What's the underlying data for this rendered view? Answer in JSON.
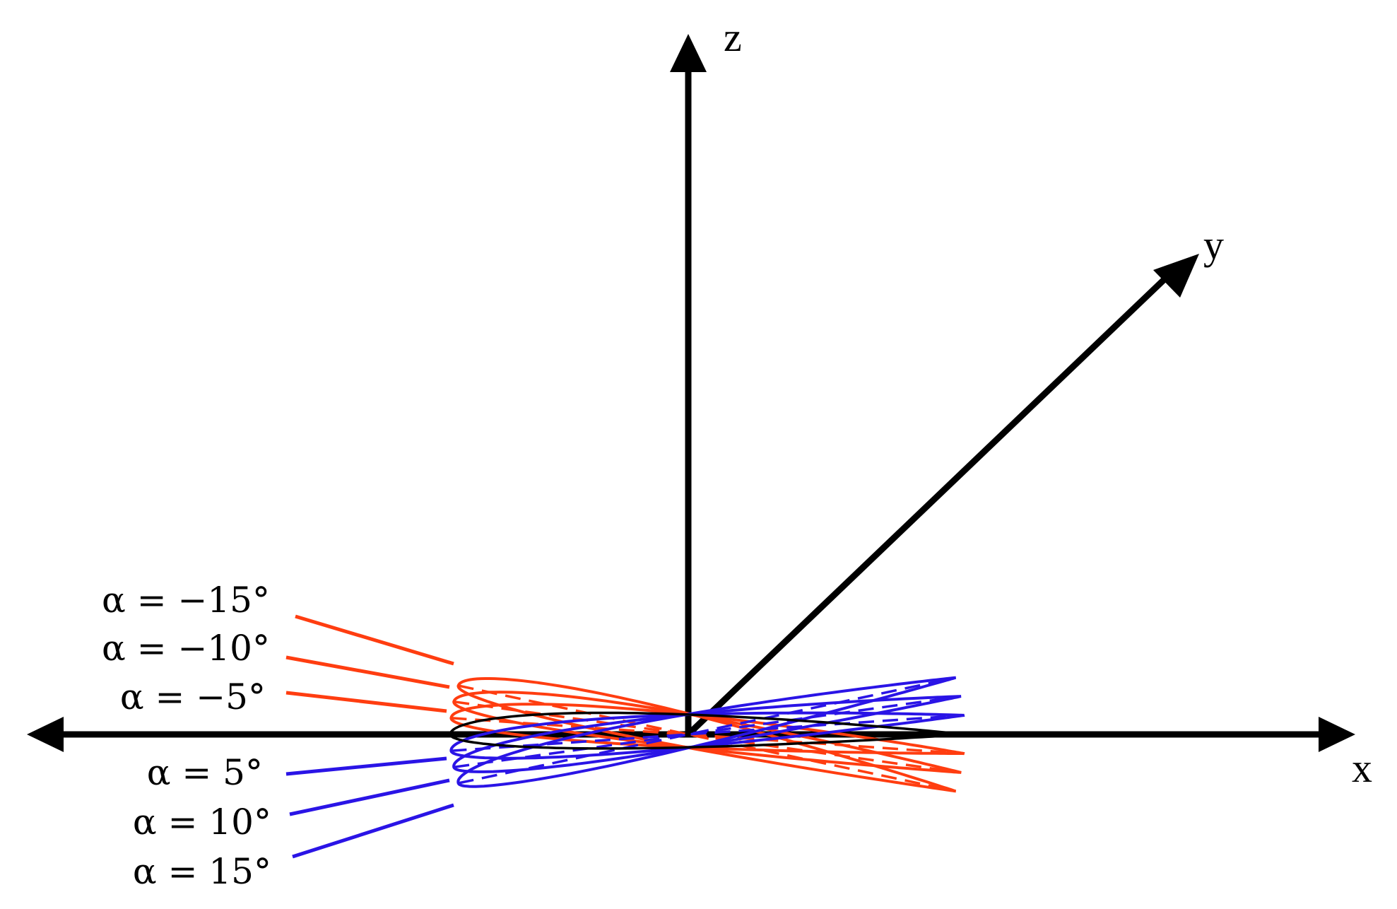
{
  "axes": {
    "x_label": "x",
    "y_label": "y",
    "z_label": "z"
  },
  "colors": {
    "axis": "#000000",
    "baseline_profile": "#000000",
    "negative_angle": "#FF3D10",
    "positive_angle": "#2A14E6"
  },
  "angle_labels": [
    {
      "text": "α = −15°",
      "sign": "negative",
      "angle_deg": -15
    },
    {
      "text": "α = −10°",
      "sign": "negative",
      "angle_deg": -10
    },
    {
      "text": "α = −5°",
      "sign": "negative",
      "angle_deg": -5
    },
    {
      "text": "α = 5°",
      "sign": "positive",
      "angle_deg": 5
    },
    {
      "text": "α = 10°",
      "sign": "positive",
      "angle_deg": 10
    },
    {
      "text": "α = 15°",
      "sign": "positive",
      "angle_deg": 15
    }
  ],
  "profiles": {
    "baseline_angle_deg": 0,
    "rotated_angles_deg": [
      -15,
      -10,
      -5,
      5,
      10,
      15
    ]
  }
}
